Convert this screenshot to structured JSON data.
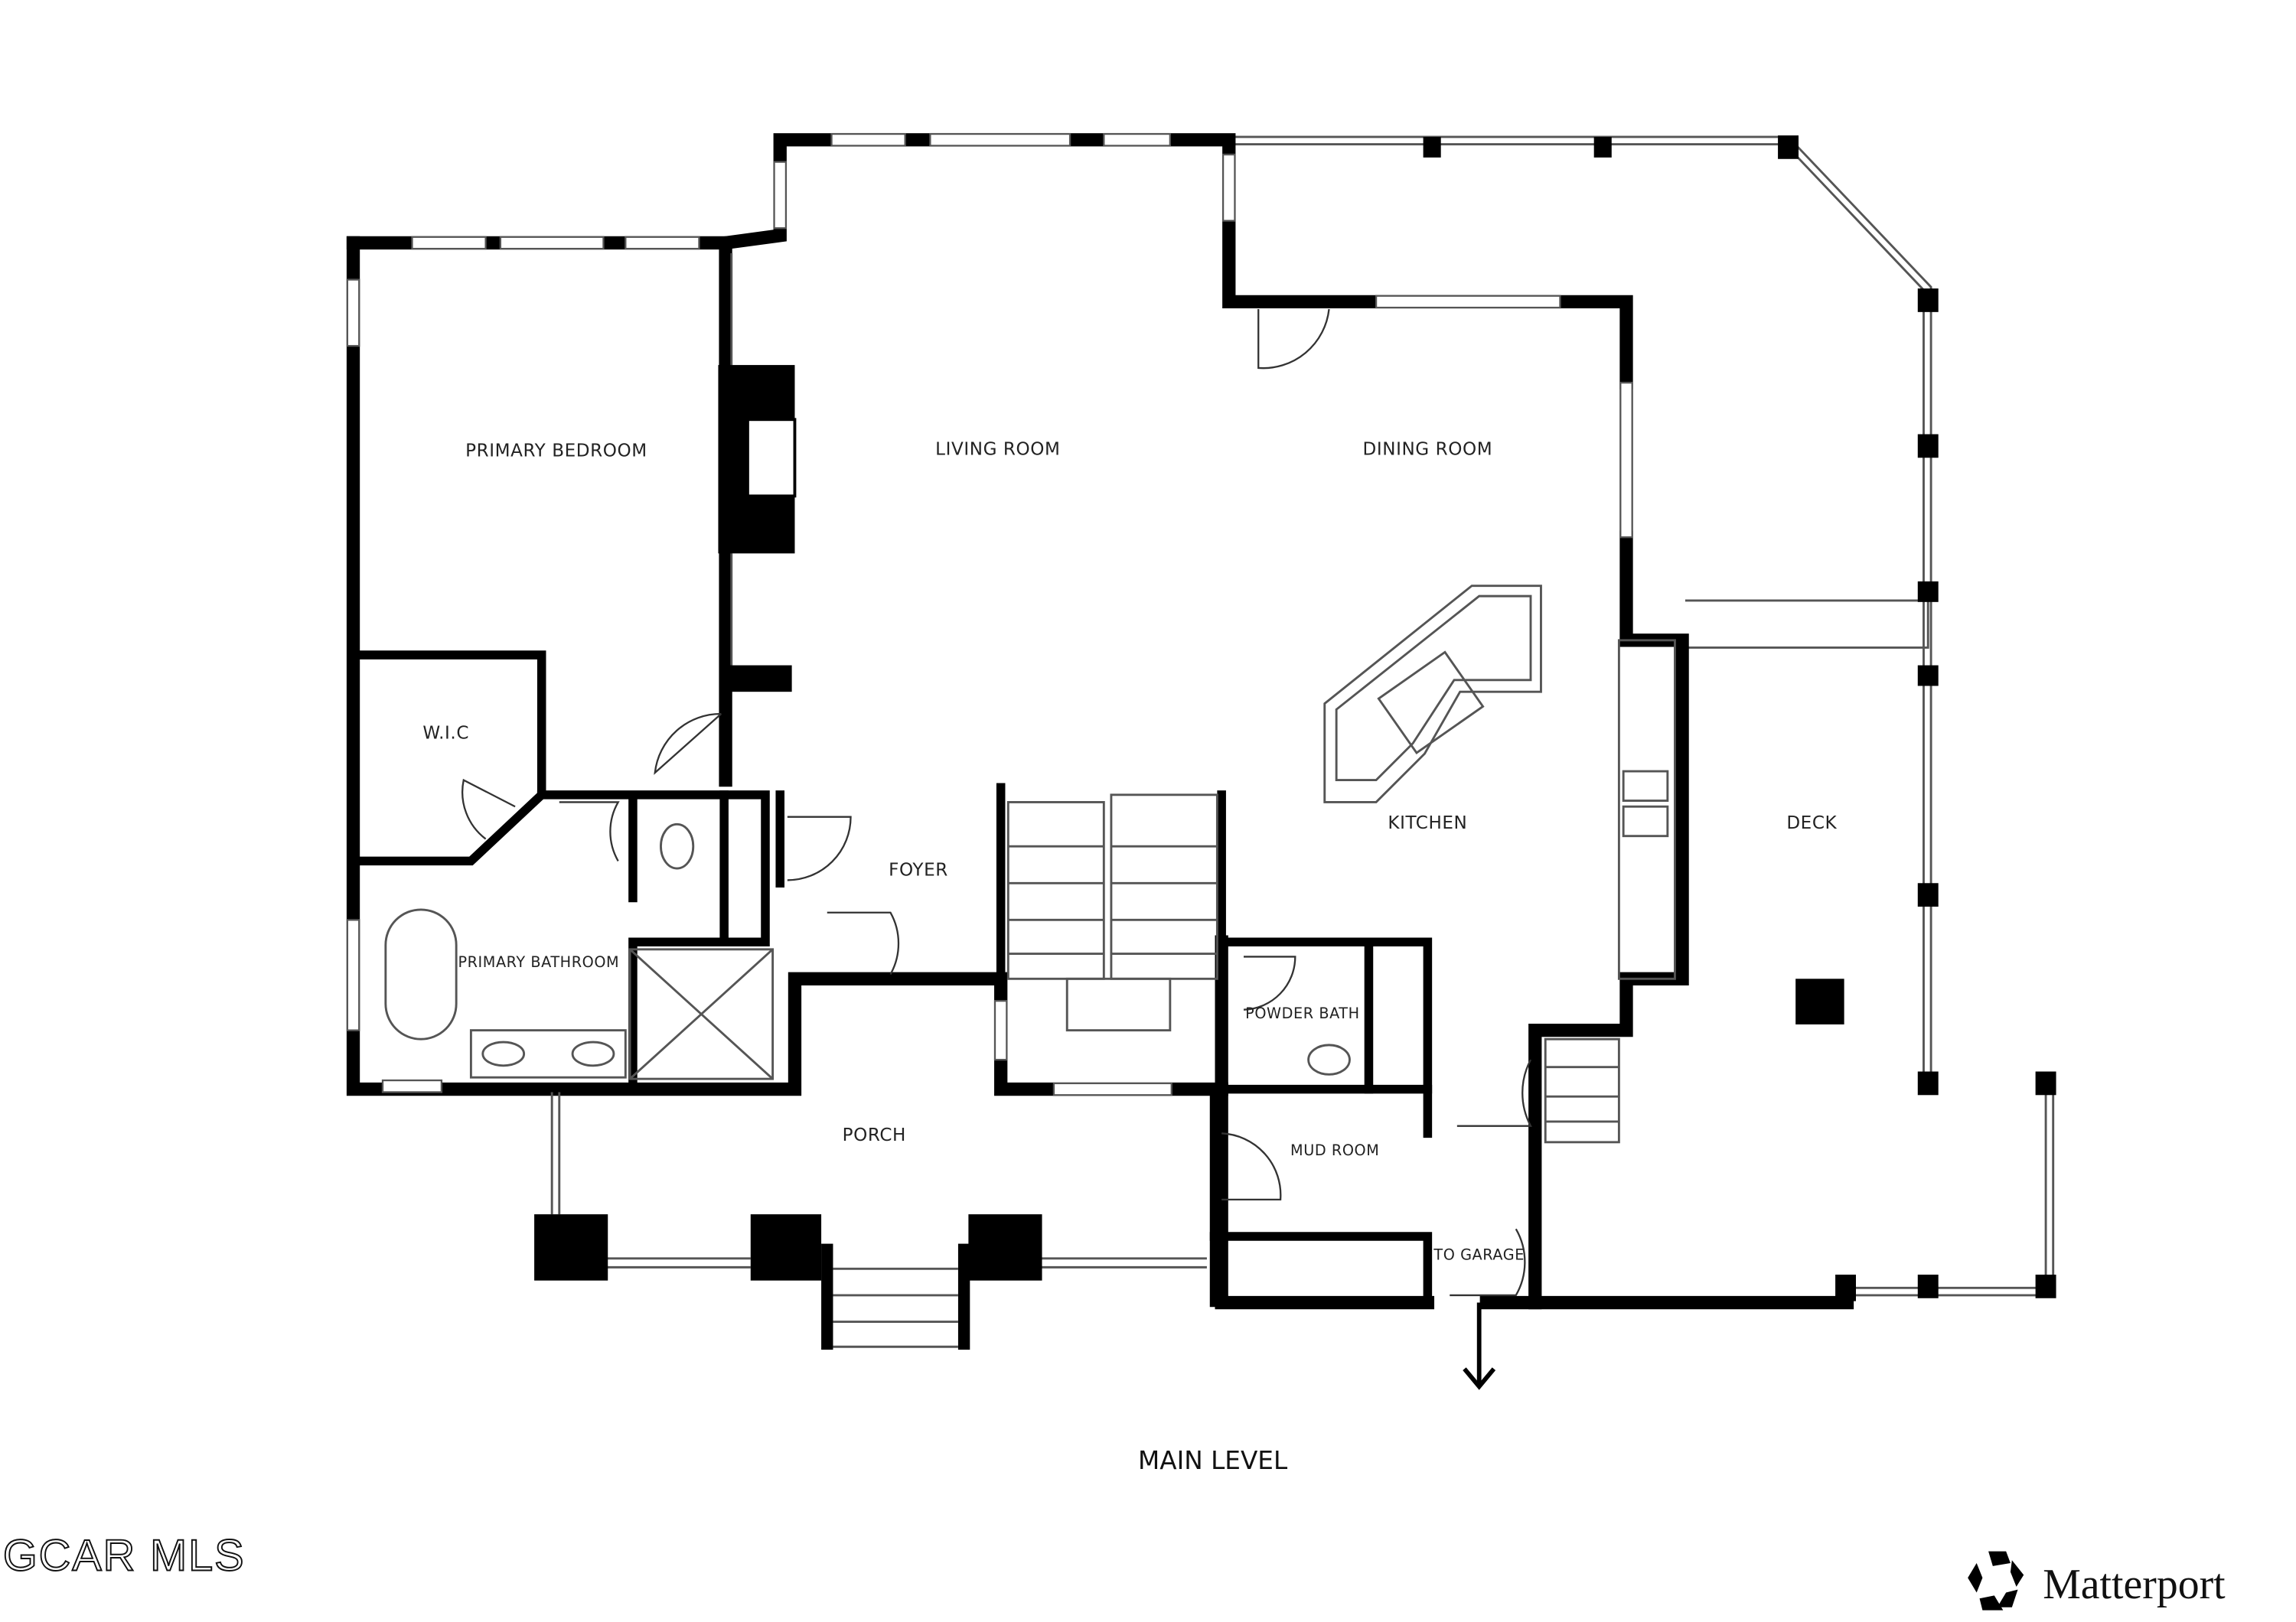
{
  "plan": {
    "title": "MAIN LEVEL",
    "rooms": {
      "primary_bedroom": "PRIMARY BEDROOM",
      "living_room": "LIVING ROOM",
      "dining_room": "DINING ROOM",
      "wic": "W.I.C",
      "kitchen": "KITCHEN",
      "foyer": "FOYER",
      "deck": "DECK",
      "primary_bathroom": "PRIMARY BATHROOM",
      "powder_bath": "POWDER BATH",
      "porch": "PORCH",
      "mud_room": "MUD ROOM",
      "to_garage": "TO GARAGE"
    }
  },
  "branding": {
    "mls_watermark": "GCAR MLS",
    "matterport": "Matterport"
  }
}
